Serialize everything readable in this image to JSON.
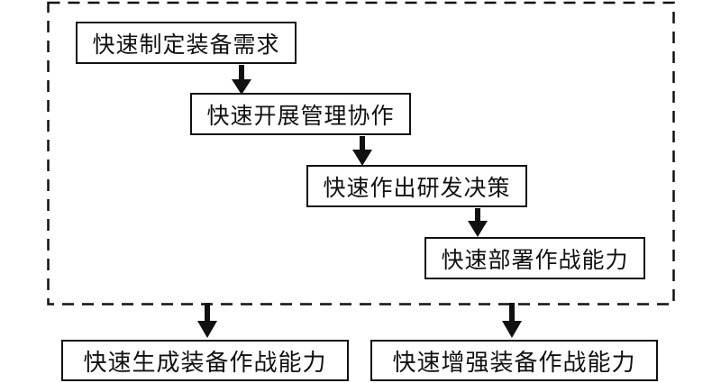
{
  "diagram": {
    "process_chain": [
      {
        "label": "快速制定装备需求"
      },
      {
        "label": "快速开展管理协作"
      },
      {
        "label": "快速作出研发决策"
      },
      {
        "label": "快速部署作战能力"
      }
    ],
    "outcomes": [
      {
        "label": "快速生成装备作战能力"
      },
      {
        "label": "快速增强装备作战能力"
      }
    ],
    "edges": [
      {
        "from": "快速制定装备需求",
        "to": "快速开展管理协作"
      },
      {
        "from": "快速开展管理协作",
        "to": "快速作出研发决策"
      },
      {
        "from": "快速作出研发决策",
        "to": "快速部署作战能力"
      },
      {
        "from": "dashed-boundary",
        "to": "快速生成装备作战能力"
      },
      {
        "from": "dashed-boundary",
        "to": "快速增强装备作战能力"
      }
    ],
    "colors": {
      "line": "#111111",
      "background": "#ffffff",
      "box_fill": "#ffffff"
    }
  }
}
